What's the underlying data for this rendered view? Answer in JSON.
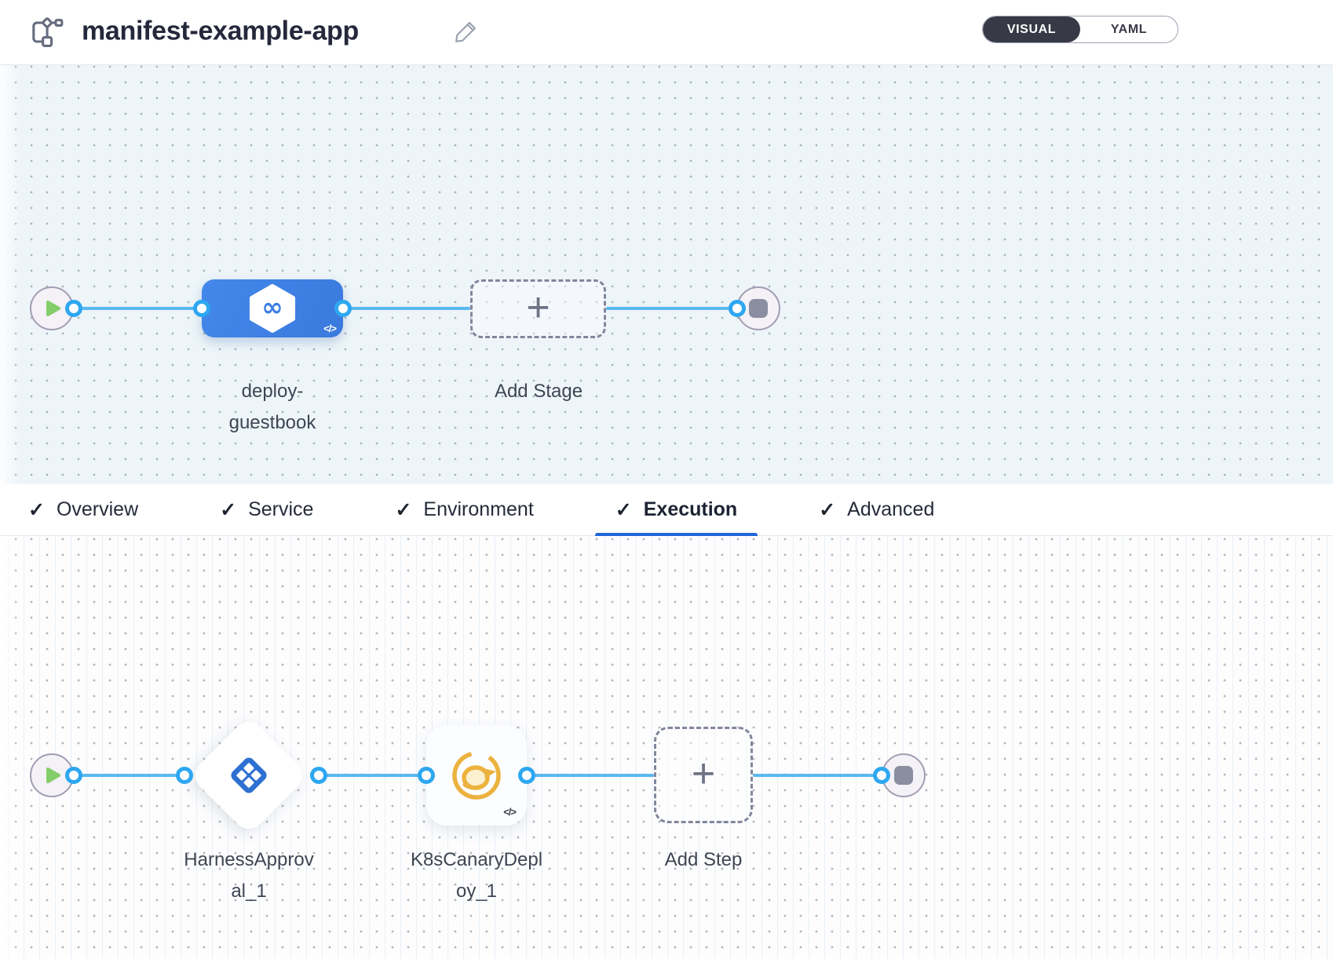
{
  "header": {
    "title": "manifest-example-app",
    "view_toggle": {
      "visual_label": "VISUAL",
      "yaml_label": "YAML",
      "selected": "VISUAL"
    }
  },
  "stage_row": {
    "stage_name": "deploy-guestbook",
    "stage_label_lines": [
      "deploy-",
      "guestbook"
    ],
    "add_stage_label": "Add Stage",
    "code_badge": "</>"
  },
  "tabs": [
    {
      "label": "Overview",
      "checked": true,
      "active": false
    },
    {
      "label": "Service",
      "checked": true,
      "active": false
    },
    {
      "label": "Environment",
      "checked": true,
      "active": false
    },
    {
      "label": "Execution",
      "checked": true,
      "active": true
    },
    {
      "label": "Advanced",
      "checked": true,
      "active": false
    }
  ],
  "execution_row": {
    "steps": [
      {
        "name": "HarnessApproval_1",
        "label_lines": [
          "HarnessApprov",
          "al_1"
        ],
        "icon": "approval-icon"
      },
      {
        "name": "K8sCanaryDeploy_1",
        "label_lines": [
          "K8sCanaryDepl",
          "oy_1"
        ],
        "icon": "canary-icon",
        "code_badge": "</>"
      }
    ],
    "add_step_label": "Add Step"
  },
  "glyphs": {
    "checkmark": "✓",
    "plus": "+",
    "infinity": "∞"
  },
  "colors": {
    "stage_node_blue": "#3e7fe1",
    "connector_ring_blue": "#2ea7f0",
    "flow_line_blue": "#5ab8f0",
    "toggle_dark": "#383946",
    "active_tab_underline": "#2066d9",
    "play_green": "#84ce6a",
    "stop_gray": "#8a8ea0",
    "canary_yellow": "#ecb23e",
    "approval_icon_blue": "#2e6fd2",
    "stage_canvas_bg": "#edf5f9",
    "exec_canvas_bg": "#fdfdfe"
  }
}
